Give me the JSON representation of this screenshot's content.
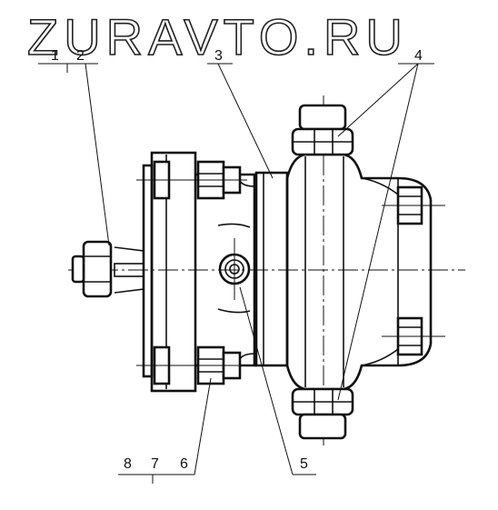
{
  "watermark": "ZURAVTO.RU",
  "callouts": {
    "c1": "1",
    "c2": "2",
    "c3": "3",
    "c4": "4",
    "c5": "5",
    "c6": "6",
    "c7": "7",
    "c8": "8"
  }
}
